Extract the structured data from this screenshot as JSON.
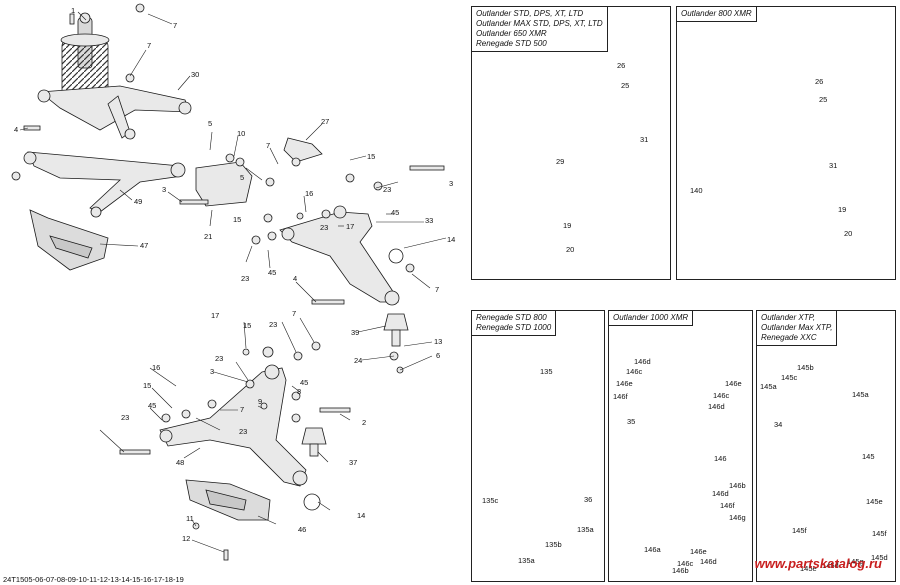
{
  "panels": [
    {
      "id": "p1",
      "lines": [
        "Outlander STD, DPS, XT, LTD",
        "Outlander MAX STD, DPS, XT, LTD",
        "Outlander 650 XMR",
        "Renegade STD 500"
      ]
    },
    {
      "id": "p2",
      "lines": [
        "Outlander 800 XMR"
      ]
    },
    {
      "id": "p3",
      "lines": [
        "Renegade STD 800",
        "Renegade STD 1000"
      ]
    },
    {
      "id": "p4",
      "lines": [
        "Outlander 1000 XMR"
      ]
    },
    {
      "id": "p5",
      "lines": [
        "Outlander XTP,",
        "Outlander Max XTP,",
        "Renegade XXC"
      ]
    }
  ],
  "labels": {
    "l1": "1",
    "l7a": "7",
    "l7b": "7",
    "l30": "30",
    "l4a": "4",
    "l49": "49",
    "l47": "47",
    "l3a": "3",
    "l5a": "5",
    "l10": "10",
    "l21": "21",
    "l7c": "7",
    "l5b": "5",
    "l27": "27",
    "l15a": "15",
    "l23a": "23",
    "l3b": "3",
    "l45a": "45",
    "l16a": "16",
    "l17a": "17",
    "l15b": "15",
    "l23b": "23",
    "l33": "33",
    "l14a": "14",
    "l23c": "23",
    "l45b": "45",
    "l7d": "7",
    "l4b": "4",
    "l39": "39",
    "l13": "13",
    "l24": "24",
    "l6": "6",
    "l17b": "17",
    "l15c": "15",
    "l23d": "23",
    "l7e": "7",
    "l23e": "23",
    "l45c": "45",
    "l3c": "3",
    "l7f": "7",
    "l9": "9",
    "l16b": "16",
    "l15d": "15",
    "l45d": "45",
    "l23f": "23",
    "l8": "8",
    "l2": "2",
    "l48": "48",
    "l37": "37",
    "l23g": "23",
    "l14b": "14",
    "l46": "46",
    "l11": "11",
    "l12": "12",
    "p1_26": "26",
    "p1_25": "25",
    "p1_29": "29",
    "p1_31": "31",
    "p1_19": "19",
    "p1_20": "20",
    "p2_26": "26",
    "p2_25": "25",
    "p2_140": "140",
    "p2_31": "31",
    "p2_19": "19",
    "p2_20": "20",
    "p3_135": "135",
    "p3_36": "36",
    "p3_135c": "135c",
    "p3_135a": "135a",
    "p3_135b": "135b",
    "p3_135a2": "135a",
    "p4_146d": "146d",
    "p4_146c": "146c",
    "p4_146e": "146e",
    "p4_146f": "146f",
    "p4_146e2": "146e",
    "p4_146c2": "146c",
    "p4_146d2": "146d",
    "p4_35": "35",
    "p4_146": "146",
    "p4_146b": "146b",
    "p4_146d3": "146d",
    "p4_146f2": "146f",
    "p4_146g": "146g",
    "p4_146a": "146a",
    "p4_146c3": "146c",
    "p4_146d4": "146d",
    "p4_146e3": "146e",
    "p4_146b2": "146b",
    "p5_145b": "145b",
    "p5_145c": "145c",
    "p5_145a": "145a",
    "p5_145a2": "145a",
    "p5_34": "34",
    "p5_145": "145",
    "p5_145e": "145e",
    "p5_145f": "145f",
    "p5_145f2": "145f",
    "p5_145e2": "145e",
    "p5_145g": "145g",
    "p5_145d": "145d",
    "p5_145d2": "145d"
  },
  "footer": "24T1505-06-07-08-09-10-11-12-13-14-15-16-17-18-19",
  "watermark": "www.partskatalog.ru",
  "colors": {
    "line": "#1a1a1a",
    "part": "#e9e9e9",
    "part_dark": "#cfcfcf",
    "watermark": "#c81e1e"
  }
}
